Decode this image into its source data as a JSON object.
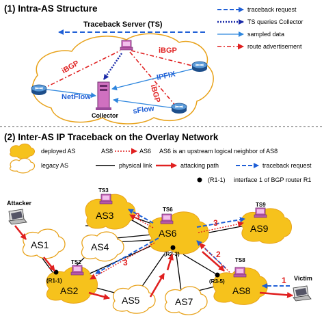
{
  "section1": {
    "title": "(1) Intra-AS Structure",
    "server_label": "Traceback Server (TS)",
    "collector_label": "Collector",
    "links": {
      "ibgp_left": "iBGP",
      "ibgp_right": "iBGP",
      "ibgp_center": "iBGP",
      "netflow": "NetFlow",
      "ipfix": "IPFIX",
      "sflow": "sFlow"
    },
    "legend": [
      "traceback request",
      "TS queries Collector",
      "sampled data",
      "route advertisement"
    ]
  },
  "section2": {
    "title": "(2) Inter-AS IP Traceback on the Overlay Network",
    "legend": {
      "deployed_as": "deployed AS",
      "legacy_as": "legacy AS",
      "as8": "AS8",
      "as6": "AS6",
      "upstream_desc": "AS6 is an upstream logical neighbor of AS8",
      "physical_link": "physical link",
      "attacking_path": "attacking path",
      "traceback_request": "traceback request",
      "interface_code": "(R1-1)",
      "interface_desc": "interface 1 of BGP router R1"
    },
    "nodes": {
      "as1": "AS1",
      "as2": "AS2",
      "as3": "AS3",
      "as4": "AS4",
      "as5": "AS5",
      "as6": "AS6",
      "as7": "AS7",
      "as8": "AS8",
      "as9": "AS9"
    },
    "ts_labels": {
      "ts2": "TS2",
      "ts3": "TS3",
      "ts6": "TS6",
      "ts8": "TS8",
      "ts9": "TS9"
    },
    "interfaces": {
      "r11": "(R1-1)",
      "r23": "(R2-3)",
      "r35": "(R3-5)"
    },
    "attacker": "Attacker",
    "victim": "Victim",
    "steps": {
      "s1": "1",
      "s2": "2",
      "s3a": "3",
      "s3b": "3",
      "s3c": "3"
    }
  },
  "colors": {
    "deployed_fill": "#f6c21c",
    "legacy_stroke": "#e8a21a",
    "blue": "#1f5fd6",
    "red": "#e02020",
    "router": "#2f6fb0",
    "pc": "#d070c0"
  }
}
